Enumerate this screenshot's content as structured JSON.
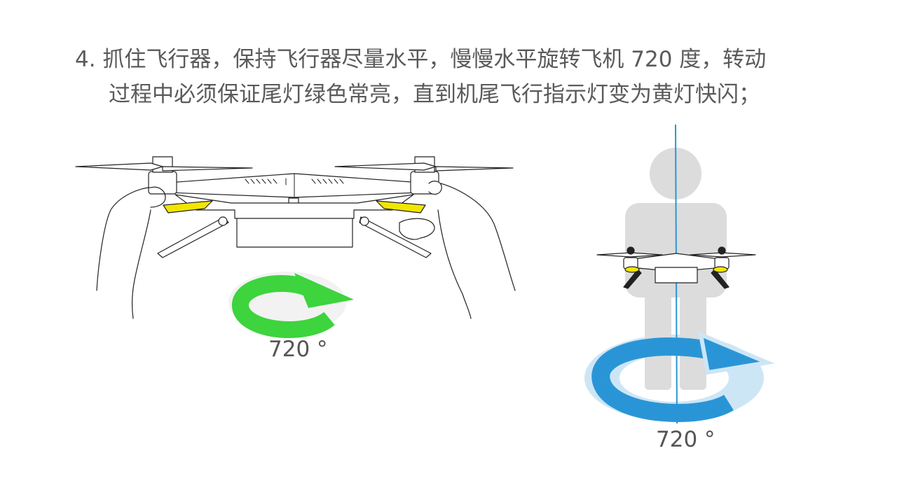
{
  "instruction": {
    "line1": "4. 抓住飞行器，保持飞行器尽量水平，慢慢水平旋转飞机 720 度，转动",
    "line2": "过程中必须保证尾灯绿色常亮，直到机尾飞行指示灯变为黄灯快闪；"
  },
  "left_figure": {
    "rotation_label": "720 °",
    "arrow_color": "#3dd43d",
    "light_color": "#f2e600"
  },
  "right_figure": {
    "rotation_label": "720 °",
    "arrow_color": "#2a95d6",
    "halo_color": "#cde6f6",
    "person_color": "#dcdcdc",
    "axis_color": "#2a95d6"
  }
}
